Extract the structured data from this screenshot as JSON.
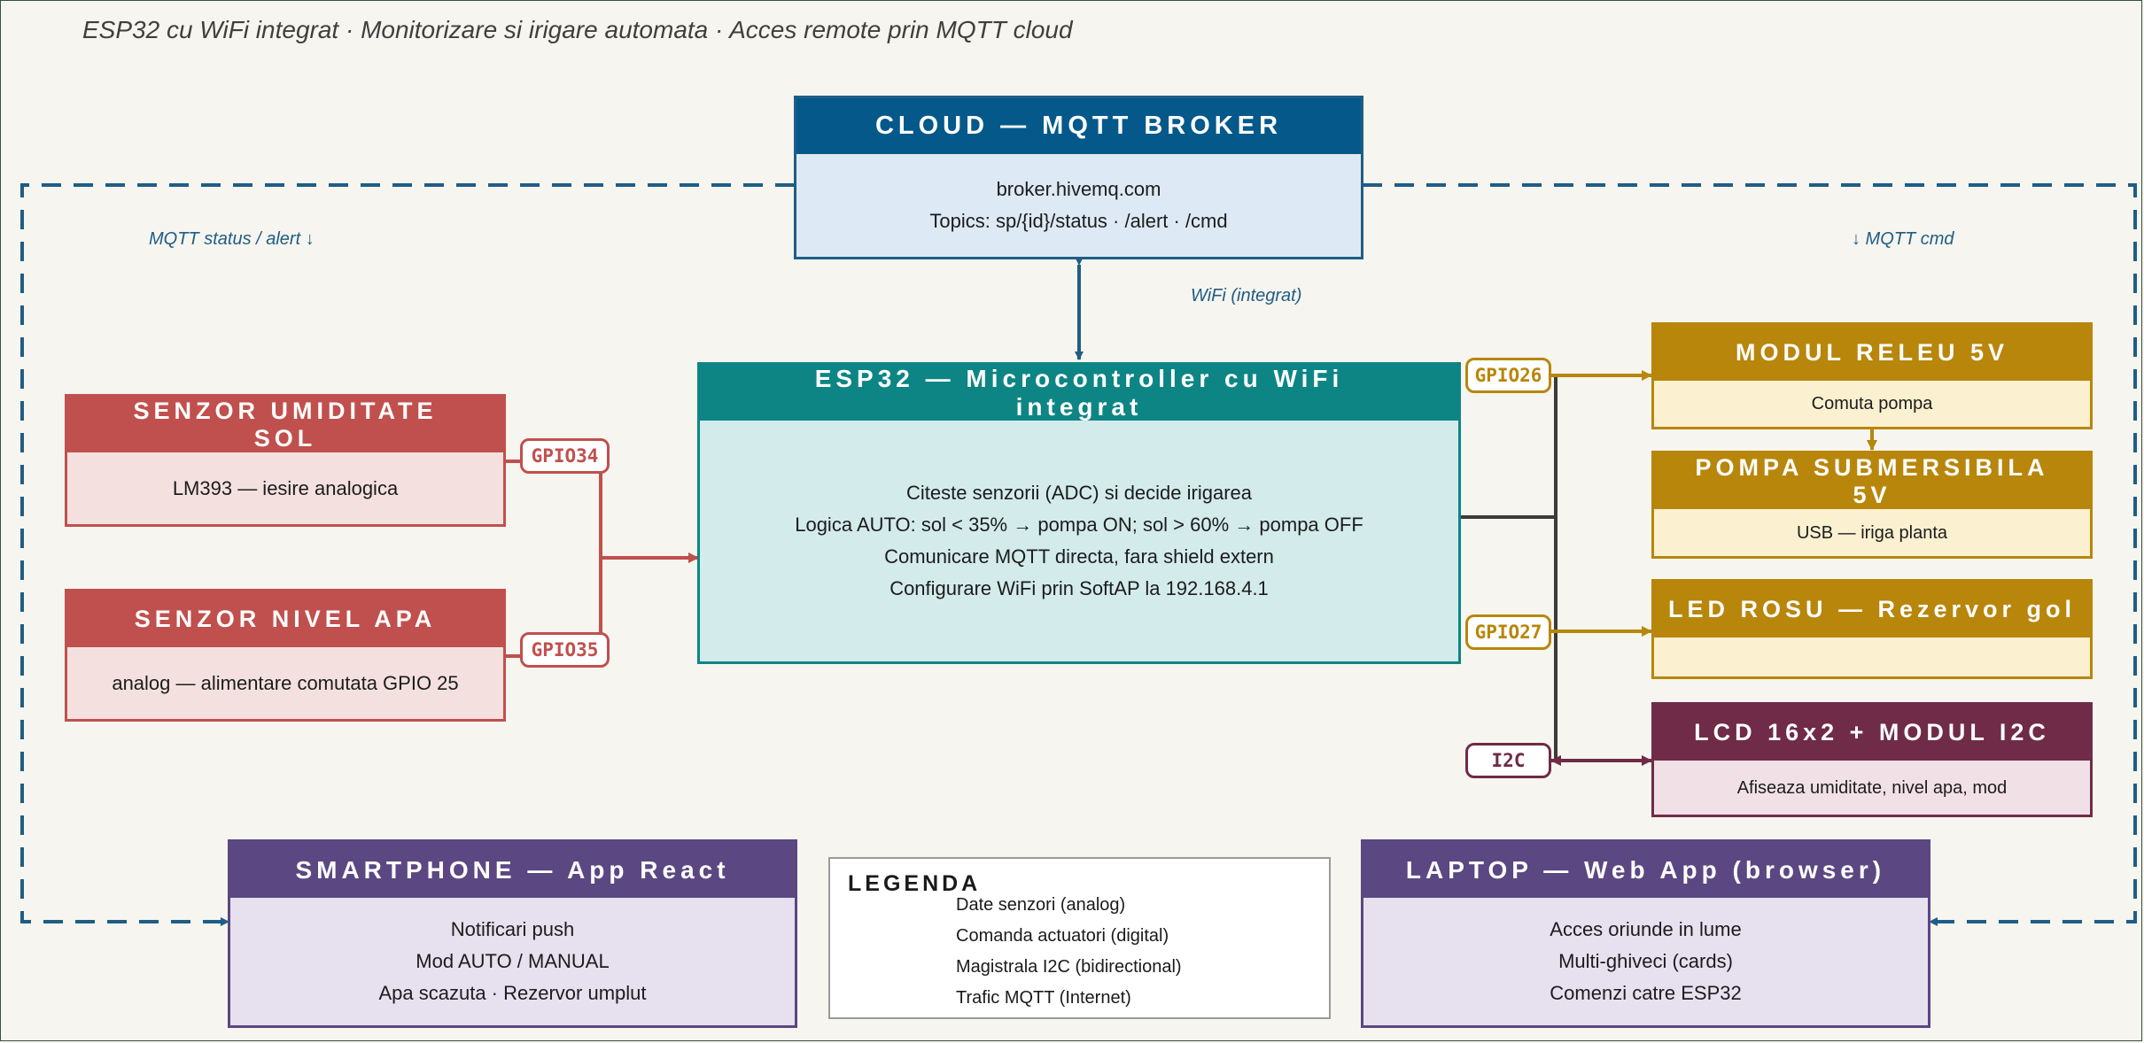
{
  "subtitle": "ESP32 cu WiFi integrat  ·  Monitorizare si irigare automata  ·  Acces remote prin MQTT cloud",
  "colors": {
    "mqtt": "#1f5d86",
    "sensor": "#c0504d",
    "actuator": "#b8860b",
    "i2c": "#6f2b47",
    "esp_header": "#0e8585",
    "esp_body": "#d3ebeb",
    "client": "#5b4782",
    "client_body": "#e6e0ef"
  },
  "cloud": {
    "title": "CLOUD  —  MQTT BROKER",
    "lines": [
      "broker.hivemq.com",
      "Topics:  sp/{id}/status  ·  /alert  ·  /cmd"
    ]
  },
  "notes": {
    "status": "MQTT  status / alert  ↓",
    "cmd": "↓  MQTT  cmd",
    "wifi": "WiFi (integrat)"
  },
  "esp32": {
    "title": "ESP32  —  Microcontroller cu WiFi integrat",
    "lines": [
      "Citeste senzorii (ADC) si decide irigarea",
      "Logica AUTO:  sol < 35% → pompa ON;  sol > 60% → pompa OFF",
      "Comunicare MQTT directa, fara shield extern",
      "Configurare WiFi prin SoftAP la 192.168.4.1"
    ]
  },
  "sensor_soil": {
    "title": "SENZOR UMIDITATE SOL",
    "line": "LM393  —  iesire analogica"
  },
  "sensor_water": {
    "title": "SENZOR NIVEL APA",
    "line": "analog  —  alimentare comutata GPIO 25"
  },
  "pins": {
    "gpio34": "GPIO34",
    "gpio35": "GPIO35",
    "gpio26": "GPIO26",
    "gpio27": "GPIO27",
    "i2c": "I2C"
  },
  "relay": {
    "title": "MODUL RELEU 5V",
    "line": "Comuta pompa"
  },
  "pump": {
    "title": "POMPA SUBMERSIBILA 5V",
    "line": "USB  —  iriga planta"
  },
  "led": {
    "title": "LED ROSU  —  Rezervor gol",
    "line": ""
  },
  "lcd": {
    "title": "LCD 16x2 + MODUL I2C",
    "line": "Afiseaza umiditate, nivel apa, mod"
  },
  "smartphone": {
    "title": "SMARTPHONE  —  App React",
    "lines": [
      "Notificari push",
      "Mod AUTO / MANUAL",
      "Apa scazuta · Rezervor umplut"
    ]
  },
  "laptop": {
    "title": "LAPTOP  —  Web App (browser)",
    "lines": [
      "Acces oriunde in lume",
      "Multi-ghiveci (cards)",
      "Comenzi catre ESP32"
    ]
  },
  "legend": {
    "title": "LEGENDA",
    "items": [
      "Date senzori (analog)",
      "Comanda actuatori (digital)",
      "Magistrala I2C (bidirectional)",
      "Trafic MQTT (Internet)"
    ]
  }
}
